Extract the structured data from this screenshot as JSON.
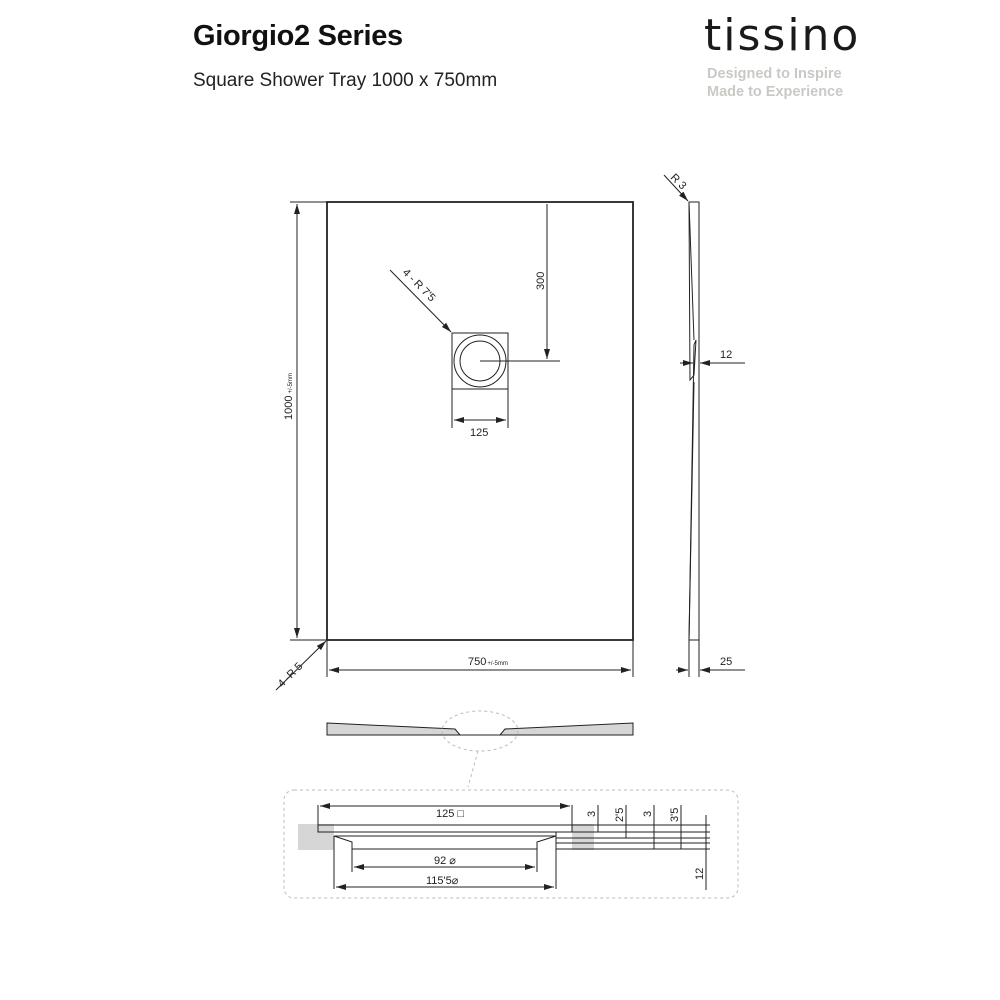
{
  "header": {
    "title": "Giorgio2 Series",
    "subtitle": "Square Shower Tray 1000 x 750mm"
  },
  "brand": {
    "logo": "tissino",
    "tagline_1": "Designed to Inspire",
    "tagline_2": "Made to Experience"
  },
  "plan_view": {
    "length": "1000",
    "length_tolerance": "+/-5mm",
    "width": "750",
    "width_tolerance": "+/-5mm",
    "corner_radius": "4 -R 5",
    "waste_corner_radius": "4 - R 7'5",
    "waste_offset": "300",
    "waste_size": "125"
  },
  "side_view": {
    "edge_radius": "R 3",
    "waste_thickness": "12",
    "thickness": "25"
  },
  "waste_detail": {
    "outer_square": "125 □",
    "inner_diameter": "92 ⌀",
    "outer_diameter": "115'5⌀",
    "dims": [
      "3",
      "2'5",
      "3",
      "3'5",
      "12"
    ]
  }
}
